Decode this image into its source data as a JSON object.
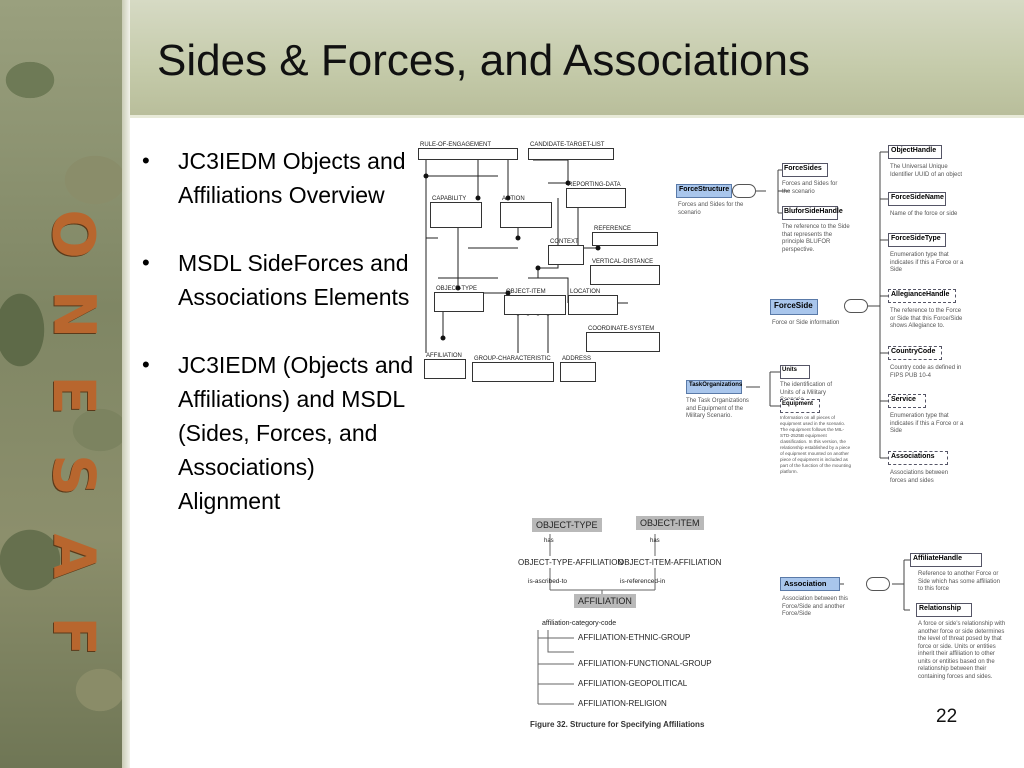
{
  "slide": {
    "title": "Sides & Forces, and Associations",
    "page_number": "22",
    "strip_letters": [
      "O",
      "N",
      "E",
      "S",
      "A",
      "F"
    ]
  },
  "bullets": [
    "JC3IEDM Objects and Affiliations Overview",
    "MSDL SideForces and Associations Elements",
    "JC3IEDM (Objects and Affiliations) and MSDL (Sides, Forces, and Associations) Alignment"
  ],
  "er_diagram": {
    "entities": [
      "RULE-OF-ENGAGEMENT",
      "CANDIDATE-TARGET-LIST",
      "REPORTING-DATA",
      "CAPABILITY",
      "ACTION",
      "REFERENCE",
      "CONTEXT",
      "VERTICAL-DISTANCE",
      "OBJECT-TYPE",
      "OBJECT-ITEM",
      "LOCATION",
      "COORDINATE-SYSTEM",
      "AFFILIATION",
      "GROUP-CHARACTERISTIC",
      "ADDRESS"
    ]
  },
  "force_structure": {
    "root": {
      "label": "ForceStructure",
      "desc": "Forces and Sides for the scenario"
    },
    "children": [
      {
        "label": "ForceSides",
        "desc": "Forces and Sides for the scenario"
      },
      {
        "label": "BluforSideHandle",
        "desc": "The reference to the Side that represents the principle BLUFOR perspective."
      }
    ]
  },
  "force_side": {
    "root": {
      "label": "ForceSide",
      "desc": "Force or Side information"
    },
    "children": [
      {
        "label": "ObjectHandle",
        "desc": "The Universal Unique Identifier UUID of an object"
      },
      {
        "label": "ForceSideName",
        "desc": "Name of the force or side"
      },
      {
        "label": "ForceSideType",
        "desc": "Enumeration type that indicates if this a Force or a Side"
      },
      {
        "label": "AllegianceHandle",
        "desc": "The reference to the Force or Side that this Force/Side shows Allegiance to."
      },
      {
        "label": "CountryCode",
        "desc": "Country code as defined in FIPS PUB 10-4"
      },
      {
        "label": "Service",
        "desc": "Enumeration type that indicates if this a Force or a Side"
      },
      {
        "label": "Associations",
        "desc": "Associations between forces and sides"
      }
    ]
  },
  "task_orgs": {
    "root": {
      "label": "TaskOrganizations",
      "desc": "The Task Organizations and Equipment of the Military Scenario."
    },
    "children": [
      {
        "label": "Units",
        "desc": "The identification of Units of a Military Scenario."
      },
      {
        "label": "Equipment",
        "desc": "Information on all pieces of equipment used in the scenario. The equipment follows the MIL-STD-2525B equipment classification. In this version, the relationship established by a piece of equipment mounted on another piece of equipment is included as part of the function of the mounting platform."
      }
    ]
  },
  "affiliation_diagram": {
    "top": [
      "OBJECT-TYPE",
      "OBJECT-ITEM"
    ],
    "top_sub": [
      "has",
      "has"
    ],
    "mid": [
      "OBJECT-TYPE-AFFILIATION",
      "OBJECT-ITEM-AFFILIATION"
    ],
    "verbs": [
      "is-ascribed-to",
      "is-referenced-in"
    ],
    "root": "AFFILIATION",
    "category": "affiliation-category-code",
    "subtypes": [
      "AFFILIATION-ETHNIC-GROUP",
      "AFFILIATION-FUNCTIONAL-GROUP",
      "AFFILIATION-GEOPOLITICAL",
      "AFFILIATION-RELIGION"
    ],
    "caption": "Figure 32.  Structure for Specifying Affiliations"
  },
  "association": {
    "root": {
      "label": "Association",
      "desc": "Association between this Force/Side and another Force/Side"
    },
    "children": [
      {
        "label": "AffiliateHandle",
        "desc": "Reference to another Force or Side which has some affiliation to this force"
      },
      {
        "label": "Relationship",
        "desc": "A force or side's relationship with another force or side determines the level of threat posed by that force or side. Units or entities inherit their affiliation to other units or entities based on the relationship between their containing forces and sides."
      }
    ]
  }
}
